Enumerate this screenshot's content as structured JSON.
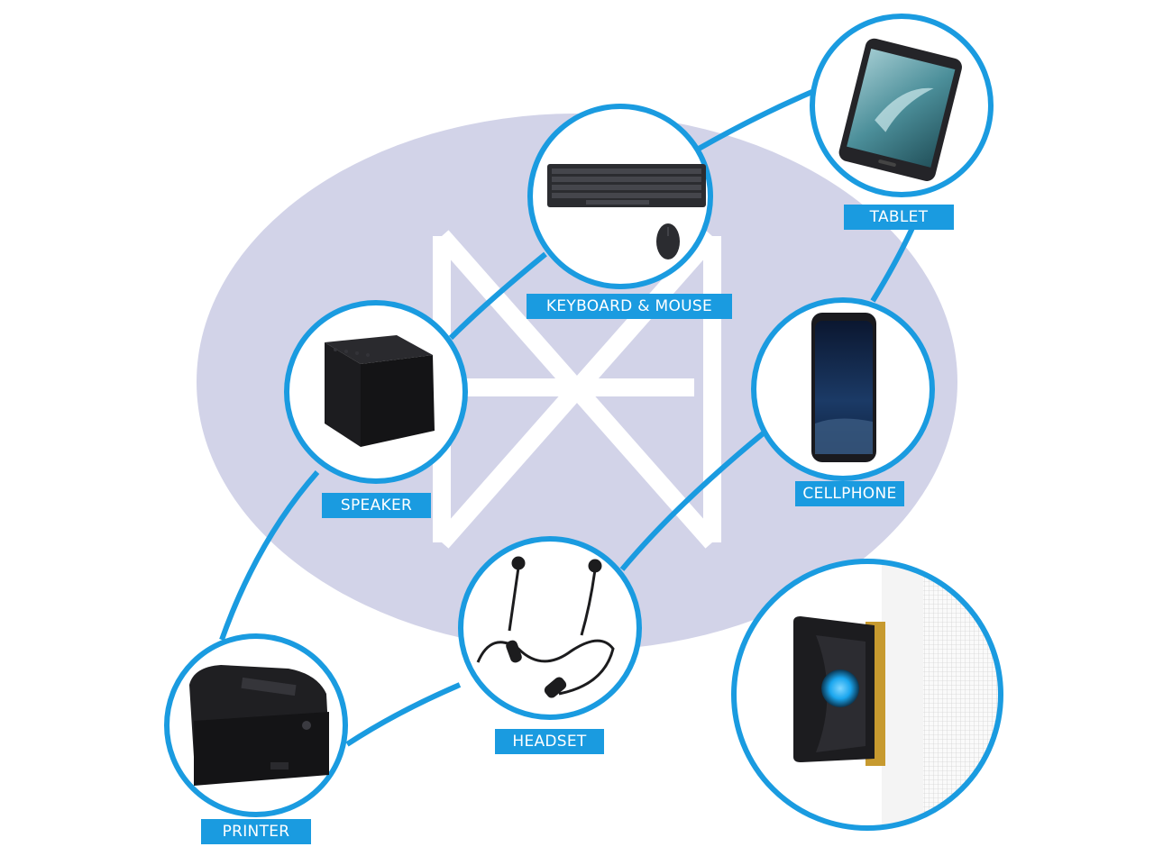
{
  "colors": {
    "ring": "#1a9be0",
    "ellipse": "#d2d3e8",
    "label_bg": "#1a9be0",
    "label_text": "#ffffff",
    "device_dark": "#1c1c1e"
  },
  "devices": [
    {
      "id": "tablet",
      "label": "TABLET",
      "icon": "tablet-icon"
    },
    {
      "id": "keyboard-mouse",
      "label": "KEYBOARD & MOUSE",
      "icon": "keyboard-mouse-icon"
    },
    {
      "id": "speaker",
      "label": "SPEAKER",
      "icon": "speaker-icon"
    },
    {
      "id": "cellphone",
      "label": "CELLPHONE",
      "icon": "cellphone-icon"
    },
    {
      "id": "headset",
      "label": "HEADSET",
      "icon": "headset-icon"
    },
    {
      "id": "printer",
      "label": "PRINTER",
      "icon": "printer-icon"
    }
  ],
  "center_icon": "bluetooth-icon",
  "adapter_icon": "bluetooth-adapter-icon"
}
